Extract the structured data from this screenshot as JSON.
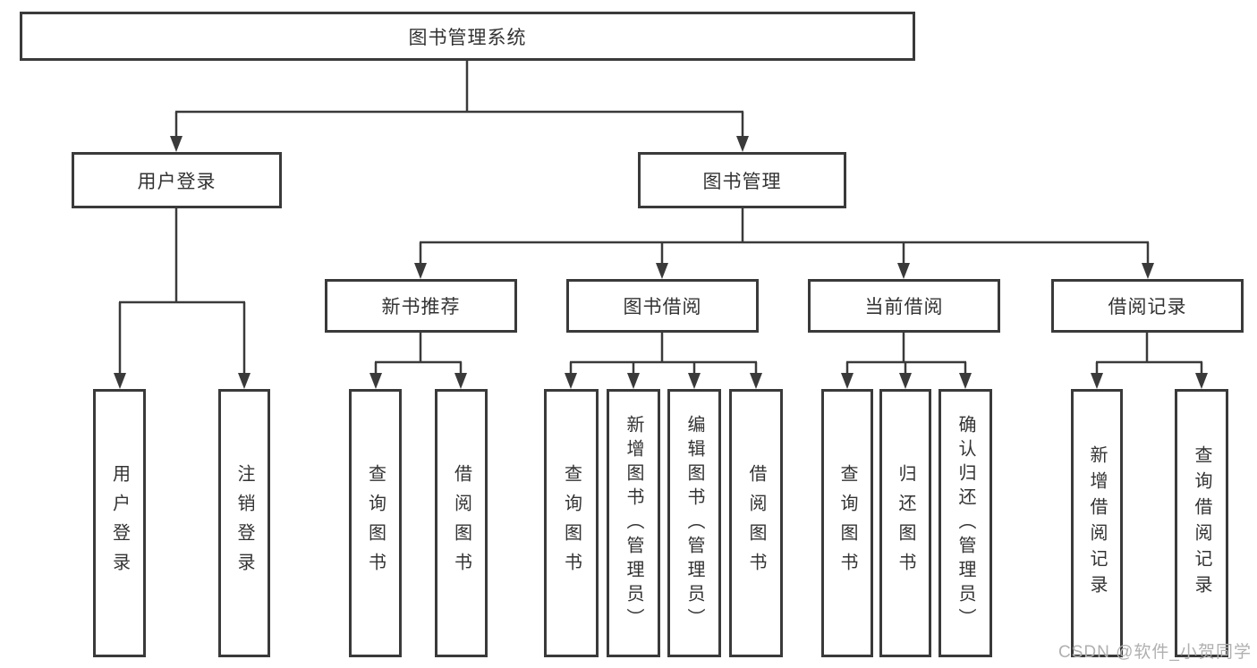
{
  "diagram": {
    "root": {
      "label": "图书管理系统"
    },
    "level2": [
      {
        "label": "用户登录"
      },
      {
        "label": "图书管理"
      }
    ],
    "level3": [
      {
        "label": "新书推荐"
      },
      {
        "label": "图书借阅"
      },
      {
        "label": "当前借阅"
      },
      {
        "label": "借阅记录"
      }
    ],
    "leaves": [
      {
        "label": "用户登录"
      },
      {
        "label": "注销登录"
      },
      {
        "label": "查询图书"
      },
      {
        "label": "借阅图书"
      },
      {
        "label": "查询图书"
      },
      {
        "label": "新增图书（管理员）"
      },
      {
        "label": "编辑图书（管理员）"
      },
      {
        "label": "借阅图书"
      },
      {
        "label": "查询图书"
      },
      {
        "label": "归还图书"
      },
      {
        "label": "确认归还（管理员）"
      },
      {
        "label": "新增借阅记录"
      },
      {
        "label": "查询借阅记录"
      }
    ],
    "colors": {
      "line": "#3a3a3a",
      "box_border": "#3a3a3a",
      "text": "#333333",
      "watermark": "#b0b0b0"
    },
    "watermark": "CSDN @软件_小贺同学"
  }
}
